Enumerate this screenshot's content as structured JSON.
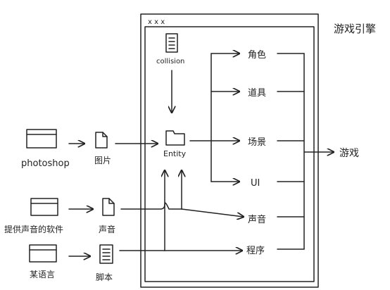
{
  "engine_window": {
    "title_marks": "x x x",
    "label": "游戏引擎"
  },
  "labels": {
    "collision": "collision",
    "entity": "Entity",
    "photoshop": "photoshop",
    "image": "图片",
    "sound_software": "提供声音的软件",
    "sound": "声音",
    "programming_language": "某语言",
    "script": "脚本"
  },
  "outputs": [
    "角色",
    "道具",
    "场景",
    "UI",
    "声音",
    "程序"
  ],
  "game": "游戏"
}
